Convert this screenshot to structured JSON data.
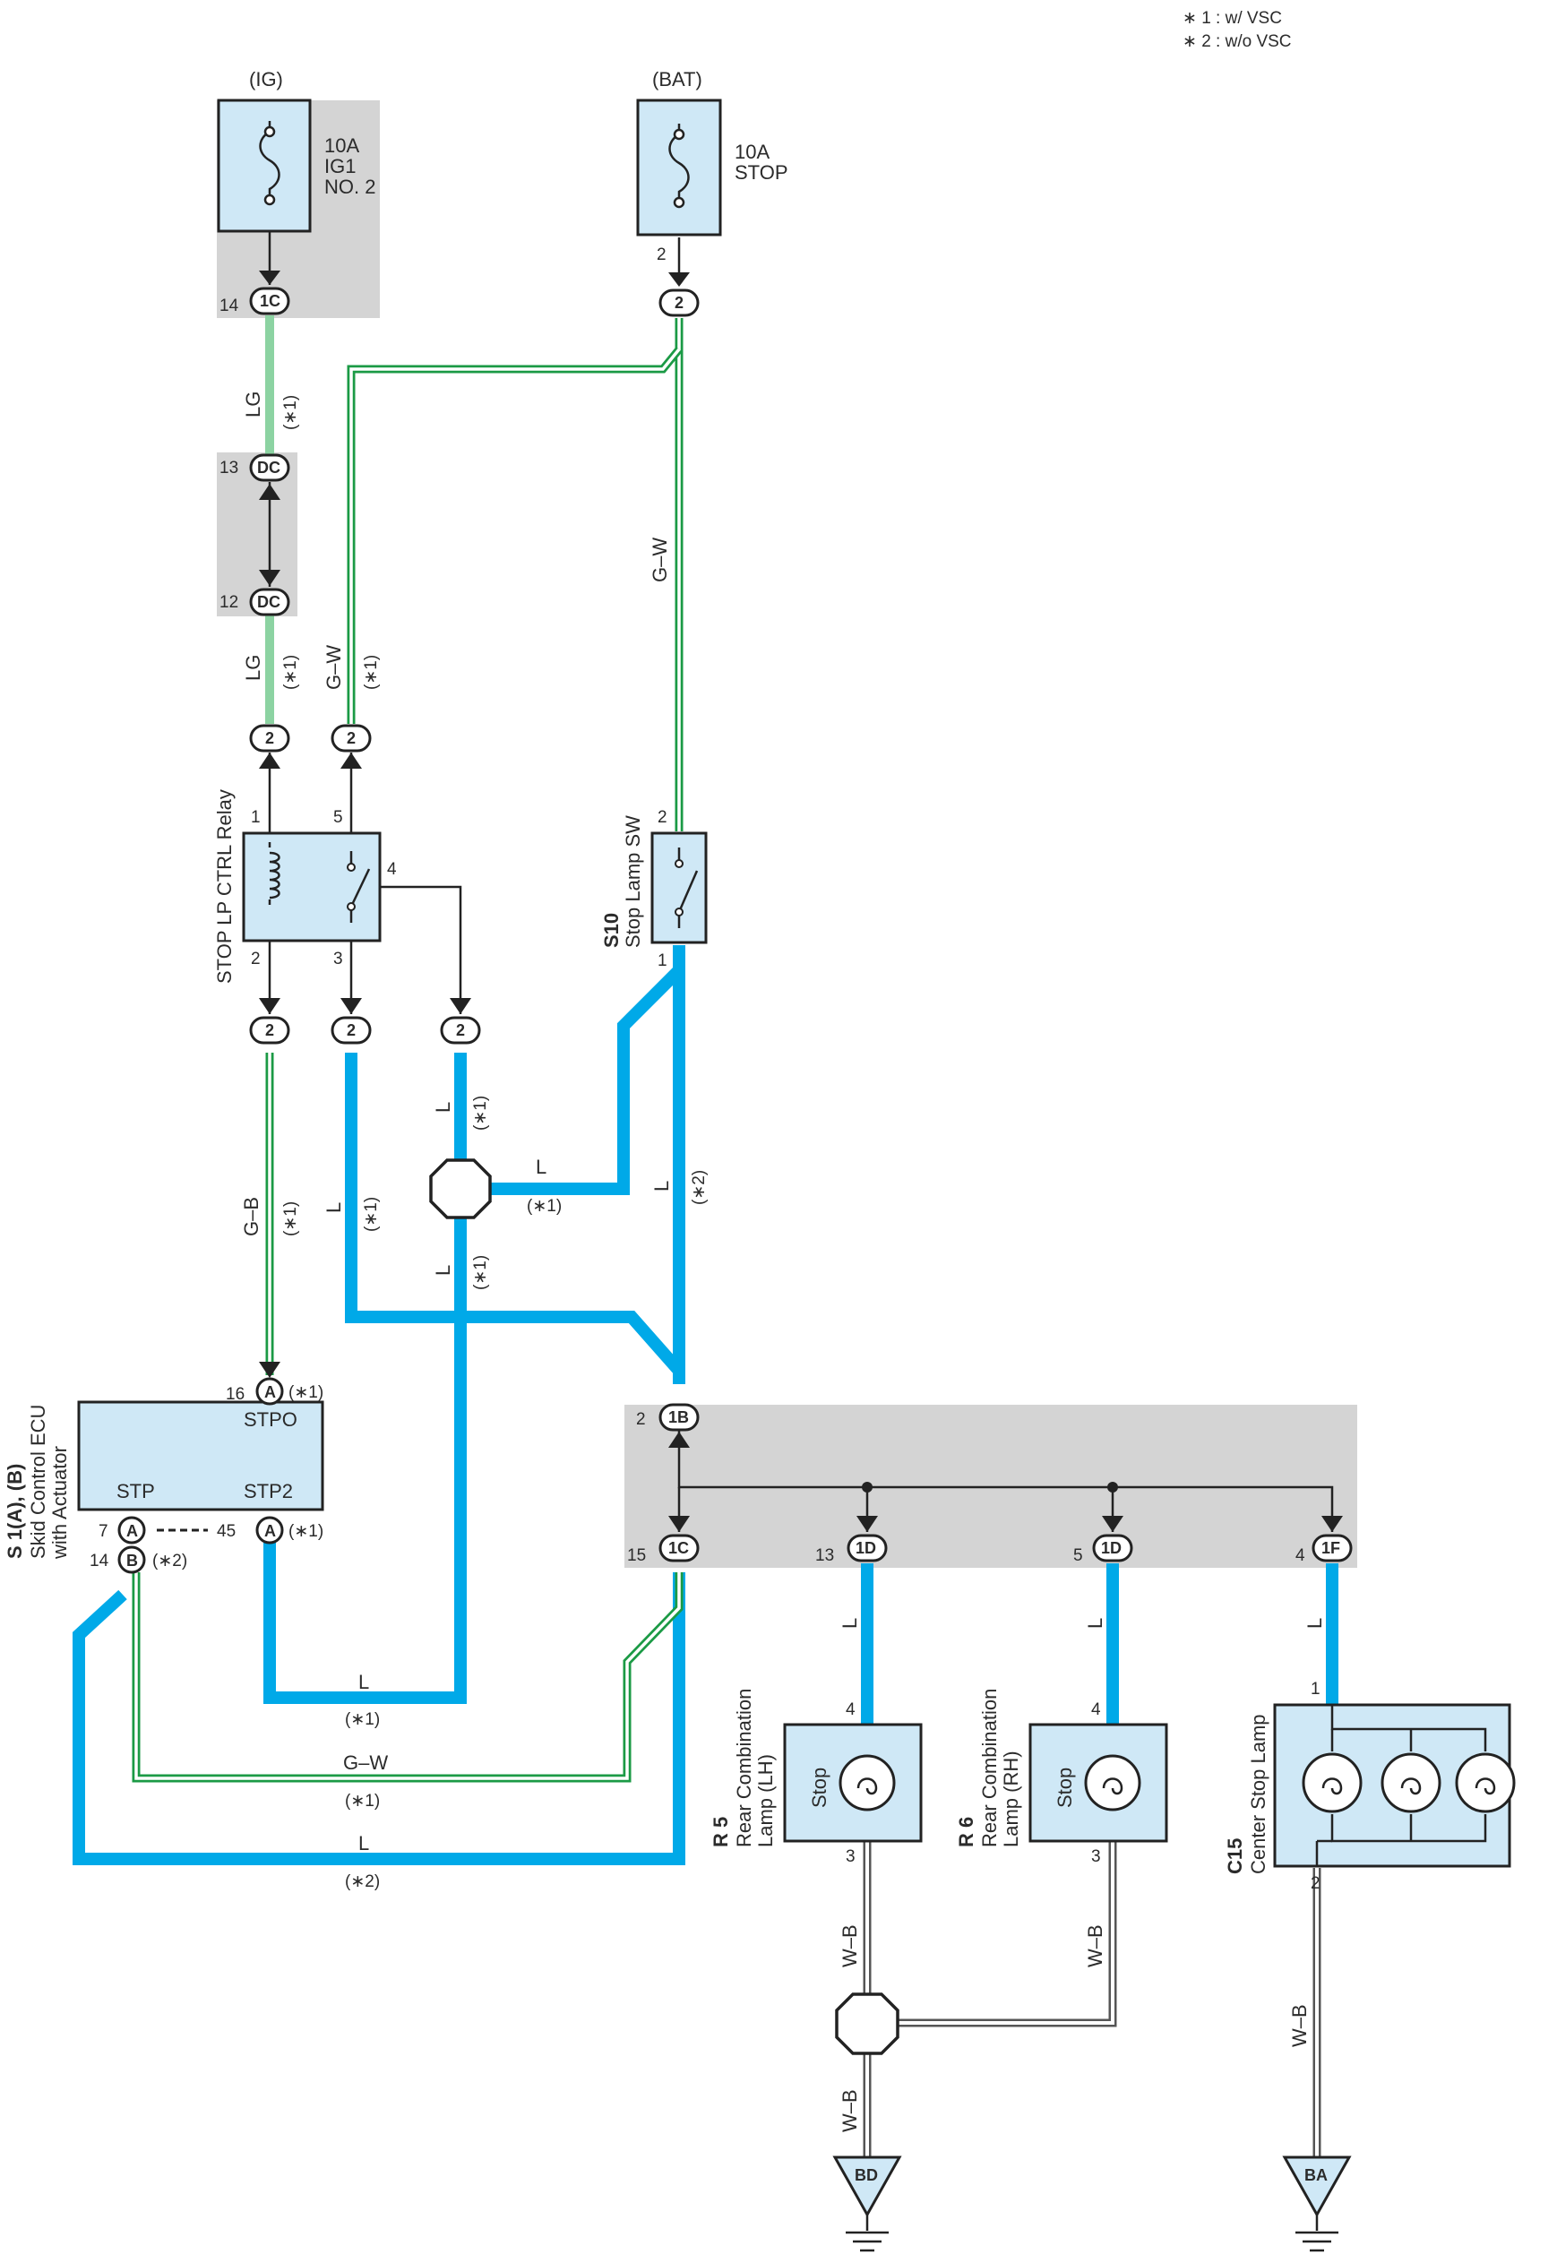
{
  "legend": {
    "note1": "∗ 1 : w/ VSC",
    "note2": "∗ 2 : w/o VSC"
  },
  "fuse_ig": {
    "header": "(IG)",
    "line1": "10A",
    "line2": "IG1",
    "line3": "NO. 2",
    "pin": "14",
    "conn": "1C"
  },
  "fuse_bat": {
    "header": "(BAT)",
    "line1": "10A",
    "line2": "STOP",
    "pin": "2",
    "conn": "2"
  },
  "wires": {
    "lg": "LG",
    "gw": "G–W",
    "gb": "G–B",
    "l": "L",
    "wb": "W–B",
    "v1": "(∗1)",
    "v2": "(∗2)"
  },
  "dc": {
    "top_pin": "13",
    "bottom_pin": "12",
    "conn": "DC"
  },
  "relay": {
    "name": "STOP LP CTRL Relay",
    "p1": "1",
    "p2": "2",
    "p3": "3",
    "p4": "4",
    "p5": "5",
    "conn": "2"
  },
  "stop_sw": {
    "code": "S10",
    "name": "Stop Lamp SW",
    "p1": "1",
    "p2": "2"
  },
  "ecu": {
    "code": "S 1(A), (B)",
    "name1": "Skid Control ECU",
    "name2": "with Actuator",
    "stpo": "STPO",
    "stp": "STP",
    "stp2": "STP2",
    "p16": "16",
    "p7": "7",
    "p14": "14",
    "p45": "45",
    "cA": "A",
    "cB": "B"
  },
  "jb": {
    "p2": "2",
    "c1B": "1B",
    "p15": "15",
    "c1C": "1C",
    "p13": "13",
    "c1D": "1D",
    "p5": "5",
    "p4": "4",
    "c1F": "1F"
  },
  "r5": {
    "code": "R 5",
    "name1": "Rear Combination",
    "name2": "Lamp (LH)",
    "stop": "Stop",
    "p4": "4",
    "p3": "3"
  },
  "r6": {
    "code": "R 6",
    "name1": "Rear Combination",
    "name2": "Lamp (RH)",
    "stop": "Stop",
    "p4": "4",
    "p3": "3"
  },
  "c15": {
    "code": "C15",
    "name": "Center Stop Lamp",
    "p1": "1",
    "p2": "2"
  },
  "grounds": {
    "bd": "BD",
    "ba": "BA"
  }
}
